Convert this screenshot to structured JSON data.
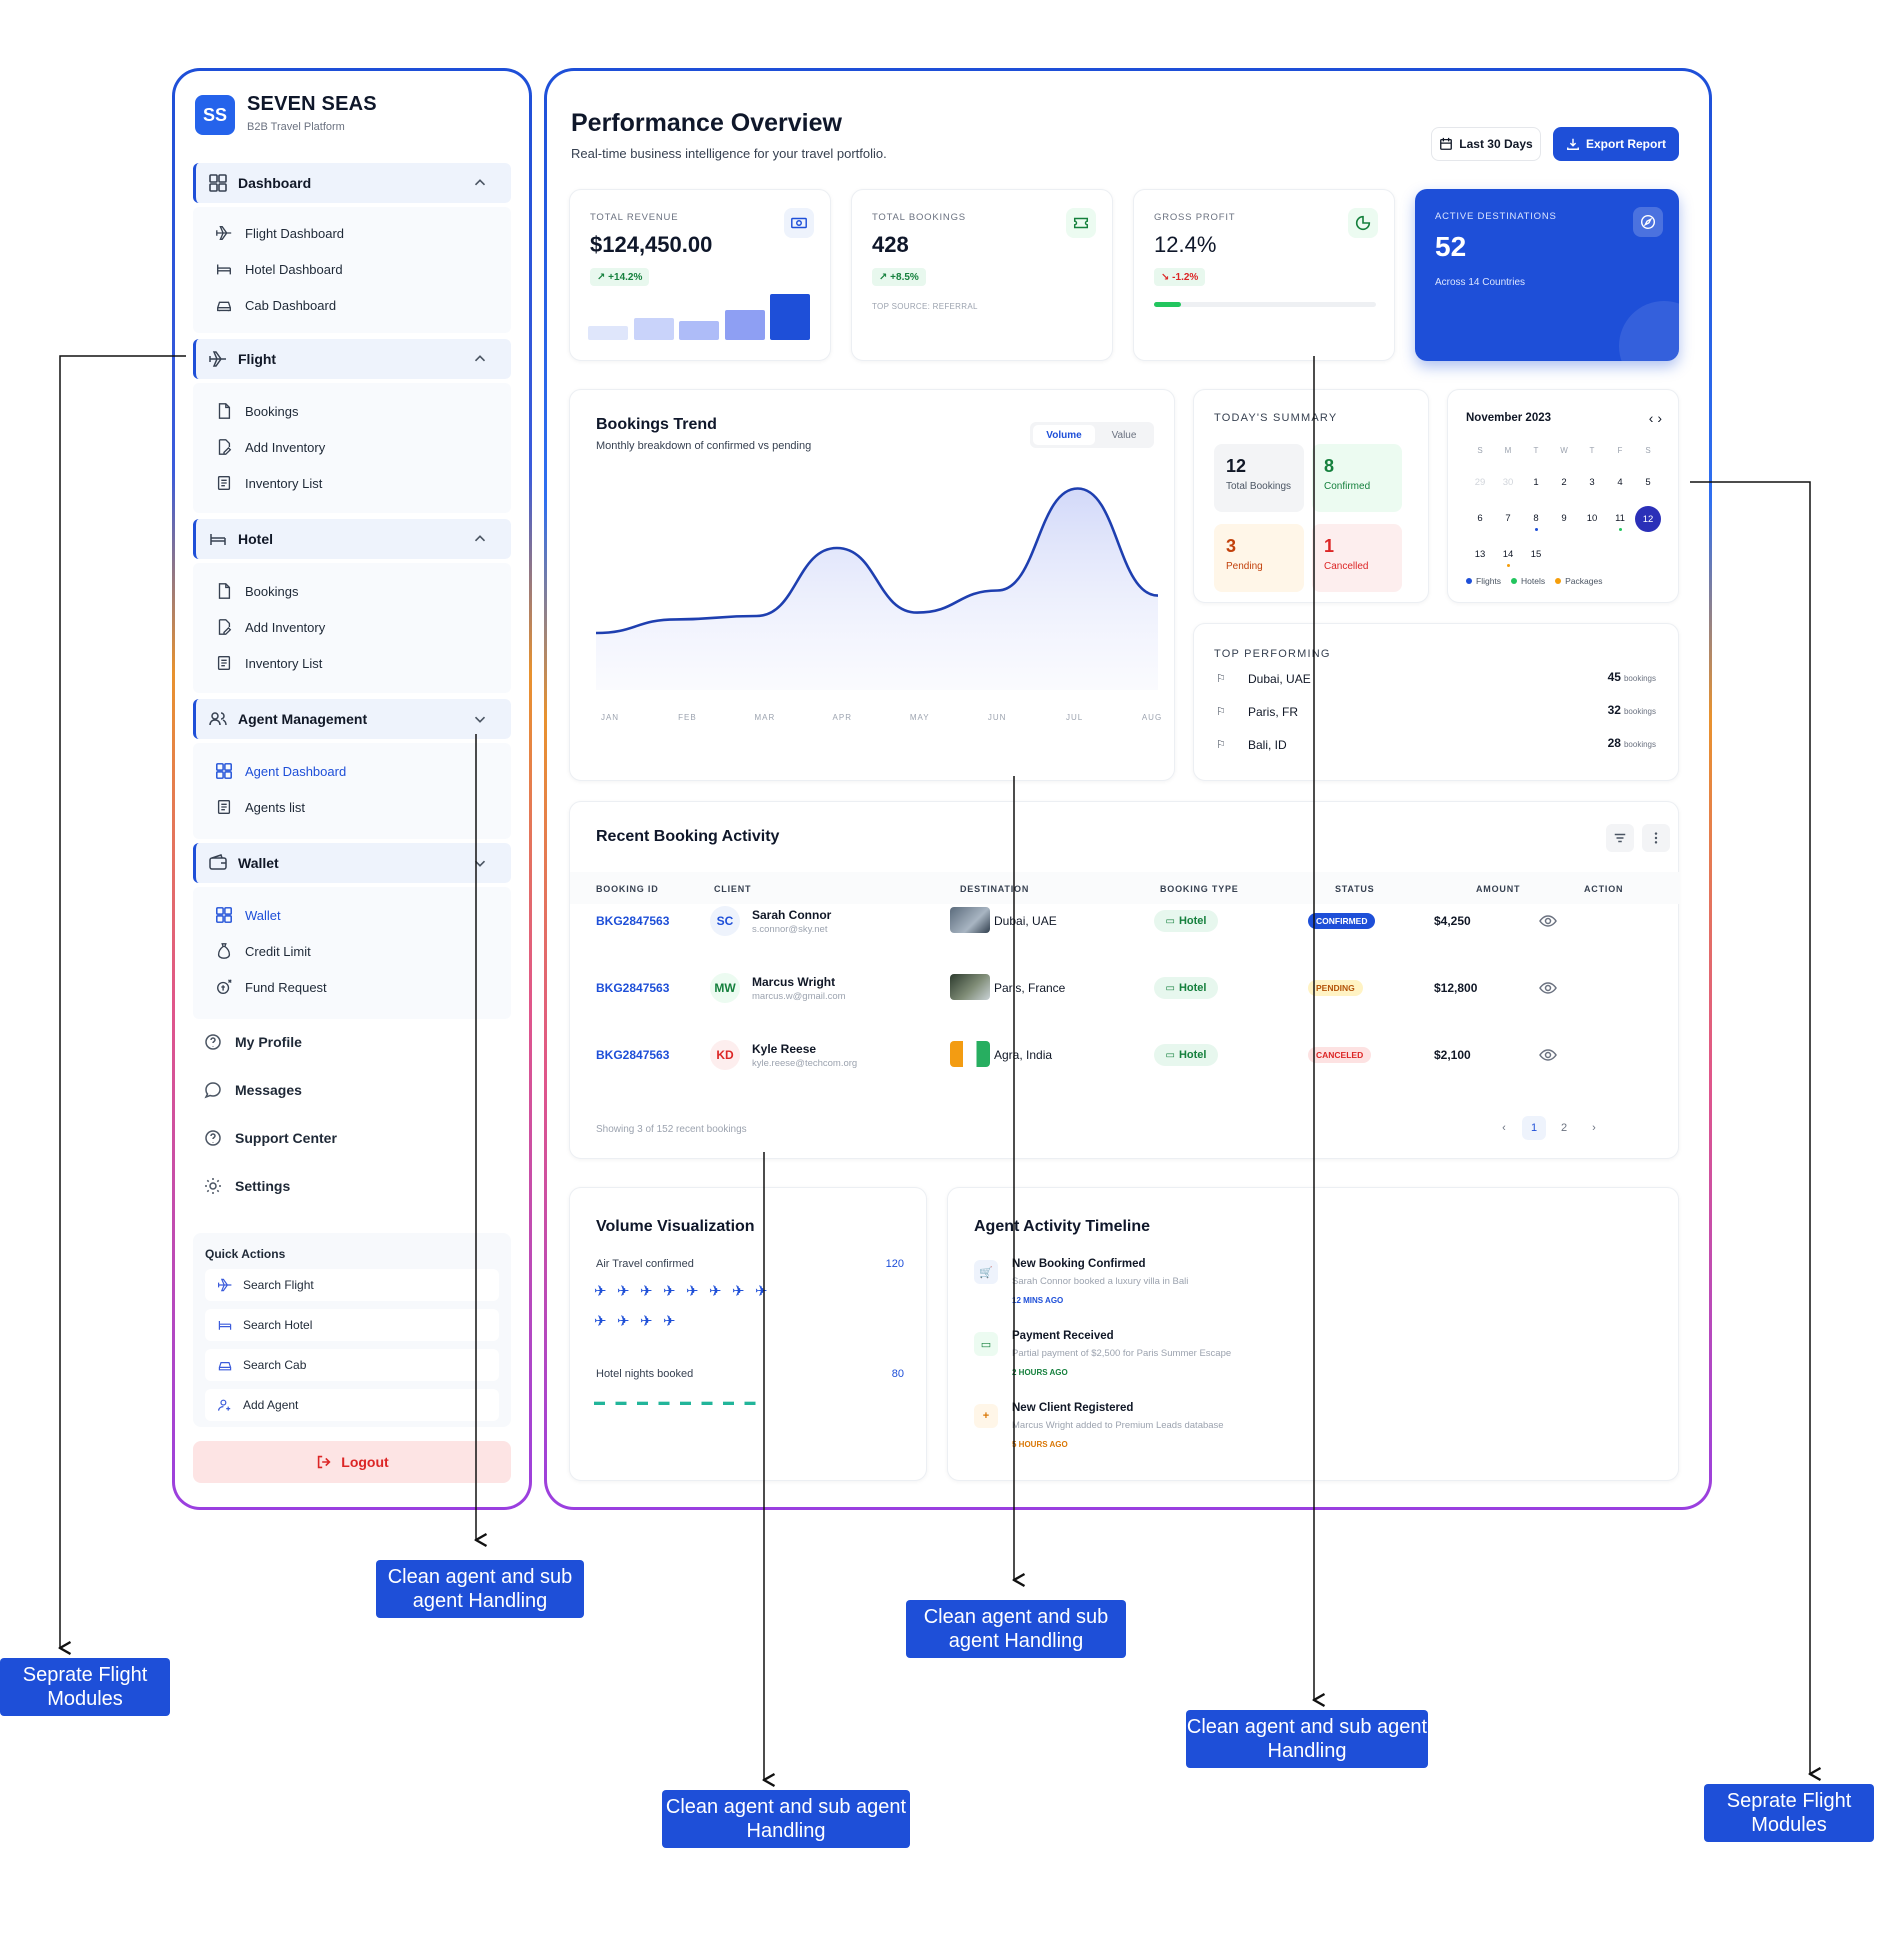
{
  "sidebar": {
    "logo_initials": "SS",
    "brand": "SEVEN SEAS",
    "brand_sub": "B2B Travel Platform",
    "groups": [
      {
        "label": "Dashboard",
        "items": [
          "Flight Dashboard",
          "Hotel Dashboard",
          "Cab Dashboard"
        ]
      },
      {
        "label": "Flight",
        "items": [
          "Bookings",
          "Add Inventory",
          "Inventory List"
        ]
      },
      {
        "label": "Hotel",
        "items": [
          "Bookings",
          "Add Inventory",
          "Inventory List"
        ]
      },
      {
        "label": "Agent Management",
        "items": [
          "Agent Dashboard",
          "Agents list"
        ]
      },
      {
        "label": "Wallet",
        "items": [
          "Wallet",
          "Credit Limit",
          "Fund Request"
        ]
      }
    ],
    "links": [
      "My Profile",
      "Messages",
      "Support Center",
      "Settings"
    ],
    "quick_actions": {
      "title": "Quick Actions",
      "items": [
        "Search Flight",
        "Search Hotel",
        "Search Cab",
        "Add Agent"
      ]
    },
    "logout": "Logout"
  },
  "header": {
    "title": "Performance Overview",
    "subtitle": "Real-time business intelligence for your travel portfolio.",
    "range_button": "Last 30 Days",
    "export_button": "Export Report"
  },
  "kpis": [
    {
      "label": "Total Revenue",
      "value": "$124,450.00",
      "delta": "+14.2%",
      "mini_bars": [
        0.3,
        0.45,
        0.4,
        0.62,
        0.95
      ]
    },
    {
      "label": "Total Bookings",
      "value": "428",
      "delta": "+8.5%",
      "note": "TOP SOURCE: REFERRAL"
    },
    {
      "label": "Gross Profit",
      "value": "12.4%",
      "delta": "-1.2%",
      "progress": 0.12
    },
    {
      "label": "Active Destinations",
      "value": "52",
      "note": "Across 14 Countries"
    }
  ],
  "trend": {
    "title": "Bookings Trend",
    "subtitle": "Monthly breakdown of confirmed vs pending",
    "toggle": [
      "Volume",
      "Value"
    ],
    "active_toggle": "Volume"
  },
  "chart_data": {
    "type": "area",
    "title": "Bookings Trend",
    "categories": [
      "JAN",
      "FEB",
      "MAR",
      "APR",
      "MAY",
      "JUN",
      "JUL",
      "AUG"
    ],
    "series": [
      {
        "values": [
          0.1,
          0.18,
          0.2,
          0.6,
          0.22,
          0.35,
          0.95,
          0.32
        ]
      }
    ],
    "ylim": [
      0,
      1
    ],
    "grid": false
  },
  "summary": {
    "title": "TODAY'S SUMMARY",
    "items": [
      {
        "value": "12",
        "label": "Total Bookings",
        "color": "#111827",
        "bg": "#f3f4f6"
      },
      {
        "value": "8",
        "label": "Confirmed",
        "color": "#15803d",
        "bg": "#ecfbf1"
      },
      {
        "value": "3",
        "label": "Pending",
        "color": "#c2410c",
        "bg": "#fff6e8"
      },
      {
        "value": "1",
        "label": "Cancelled",
        "color": "#dc2626",
        "bg": "#fdeeee"
      }
    ]
  },
  "calendar": {
    "month": "November 2023",
    "nav": "‹ ›",
    "weekdays": [
      "S",
      "M",
      "T",
      "W",
      "T",
      "F",
      "S"
    ],
    "weeks": [
      [
        "29",
        "30",
        "1",
        "2",
        "3",
        "4",
        "5"
      ],
      [
        "6",
        "7",
        "8",
        "9",
        "10",
        "11",
        "12"
      ],
      [
        "13",
        "14",
        "15",
        "",
        "",
        "",
        ""
      ]
    ],
    "legend": [
      {
        "label": "Flights",
        "color": "#1e4fd8"
      },
      {
        "label": "Hotels",
        "color": "#22c55e"
      },
      {
        "label": "Packages",
        "color": "#f59e0b"
      }
    ]
  },
  "top_performing": {
    "title": "TOP PERFORMING",
    "items": [
      {
        "name": "Dubai, UAE",
        "count": "45",
        "unit": "bookings"
      },
      {
        "name": "Paris, FR",
        "count": "32",
        "unit": "bookings"
      },
      {
        "name": "Bali, ID",
        "count": "28",
        "unit": "bookings"
      }
    ]
  },
  "recent": {
    "title": "Recent Booking Activity",
    "columns": [
      "BOOKING ID",
      "CLIENT",
      "DESTINATION",
      "BOOKING TYPE",
      "STATUS",
      "AMOUNT",
      "ACTION"
    ],
    "rows": [
      {
        "id": "BKG2847563",
        "initials": "SC",
        "name": "Sarah Connor",
        "email": "s.connor@sky.net",
        "destination": "Dubai, UAE",
        "type": "Hotel",
        "status": "CONFIRMED",
        "amount": "$4,250"
      },
      {
        "id": "BKG2847563",
        "initials": "MW",
        "name": "Marcus Wright",
        "email": "marcus.w@gmail.com",
        "destination": "Paris, France",
        "type": "Hotel",
        "status": "PENDING",
        "amount": "$12,800"
      },
      {
        "id": "BKG2847563",
        "initials": "KD",
        "name": "Kyle Reese",
        "email": "kyle.reese@techcom.org",
        "destination": "Agra, India",
        "type": "Hotel",
        "status": "CANCELED",
        "amount": "$2,100"
      }
    ],
    "footer": "Showing 3 of 152 recent bookings",
    "pager": [
      "‹",
      "1",
      "2",
      "›"
    ]
  },
  "volume": {
    "title": "Volume Visualization",
    "rows": [
      {
        "label": "Air Travel confirmed",
        "value": "120",
        "icon_count": 12
      },
      {
        "label": "Hotel nights booked",
        "value": "80",
        "icon_count": 8
      }
    ]
  },
  "timeline": {
    "title": "Agent Activity Timeline",
    "events": [
      {
        "title": "New Booking Confirmed",
        "desc": "Sarah Connor booked a luxury villa in Bali",
        "time": "12 MINS AGO",
        "color": "#1e4fd8"
      },
      {
        "title": "Payment Received",
        "desc": "Partial payment of $2,500 for Paris Summer Escape",
        "time": "2 HOURS AGO",
        "color": "#15803d"
      },
      {
        "title": "New Client Registered",
        "desc": "Marcus Wright added to Premium Leads database",
        "time": "5 HOURS AGO",
        "color": "#d97706"
      }
    ]
  },
  "annotations": [
    "Seprate Flight Modules",
    "Clean agent and sub agent Handling",
    "Clean agent and sub agent Handling",
    "Clean agent and sub agent Handling",
    "Clean agent and sub agent Handling",
    "Seprate Flight Modules"
  ]
}
